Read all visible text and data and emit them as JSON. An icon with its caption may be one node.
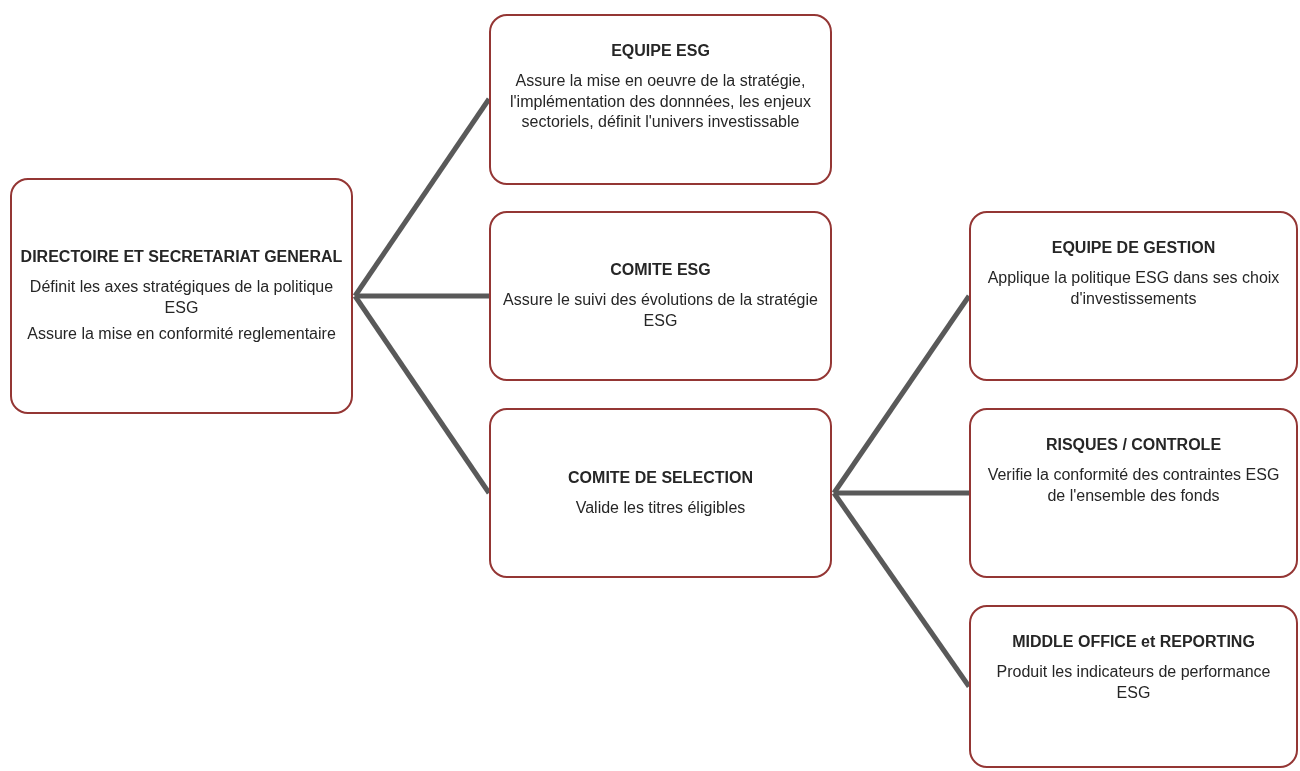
{
  "diagram": {
    "nodes": [
      {
        "text": [
          "DIRECTOIRE ET SECRETARIAT GENERAL",
          "Définit les axes stratégiques de la politique ESG",
          "Assure la mise en conformité reglementaire"
        ]
      },
      {
        "text": [
          "EQUIPE ESG",
          "Assure la mise en oeuvre de la stratégie, l'implémentation des donnnées, les enjeux sectoriels, définit  l'univers investissable"
        ]
      },
      {
        "text": [
          "COMITE ESG",
          "Assure le suivi des évolutions de la stratégie ESG"
        ]
      },
      {
        "text": [
          "COMITE DE SELECTION",
          "Valide les titres éligibles"
        ]
      },
      {
        "text": [
          "EQUIPE DE GESTION",
          "Applique la politique ESG dans ses choix d'investissements"
        ]
      },
      {
        "text": [
          "RISQUES / CONTROLE",
          "Verifie la conformité des contraintes ESG de l'ensemble des fonds"
        ]
      },
      {
        "text": [
          "MIDDLE OFFICE et REPORTING",
          "Produit les indicateurs de performance ESG"
        ]
      }
    ],
    "edges": [
      {
        "from": 0,
        "to": 1,
        "arrow": "none"
      },
      {
        "from": 0,
        "to": 2,
        "arrow": "none"
      },
      {
        "from": 0,
        "to": 3,
        "arrow": "none"
      },
      {
        "from": 3,
        "to": 4,
        "arrow": "none"
      },
      {
        "from": 3,
        "to": 5,
        "arrow": "none"
      },
      {
        "from": 3,
        "to": 6,
        "arrow": "none"
      }
    ]
  }
}
